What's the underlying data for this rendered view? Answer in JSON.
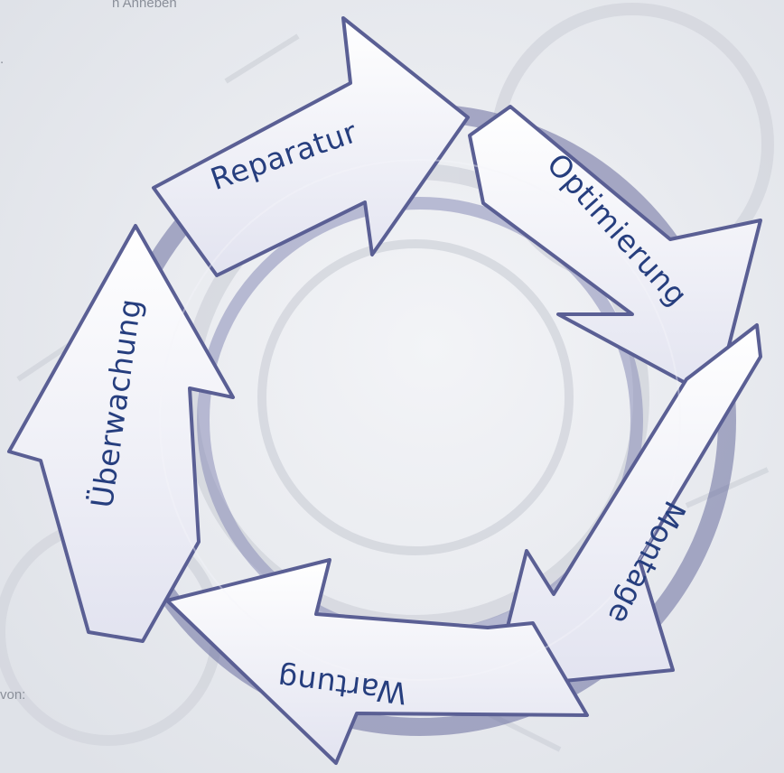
{
  "background_text": {
    "top_fragment": "n Anheben",
    "dot_fragment": ".",
    "bottom_fragment": "von:"
  },
  "cycle": {
    "steps": [
      "Reparatur",
      "Optimierung",
      "Montage",
      "Wartung",
      "Überwachung"
    ]
  },
  "colors": {
    "arrow_face": "#f4f4fa",
    "arrow_edge": "#5a5f94",
    "label": "#263e7e",
    "background": "#eceef2"
  }
}
